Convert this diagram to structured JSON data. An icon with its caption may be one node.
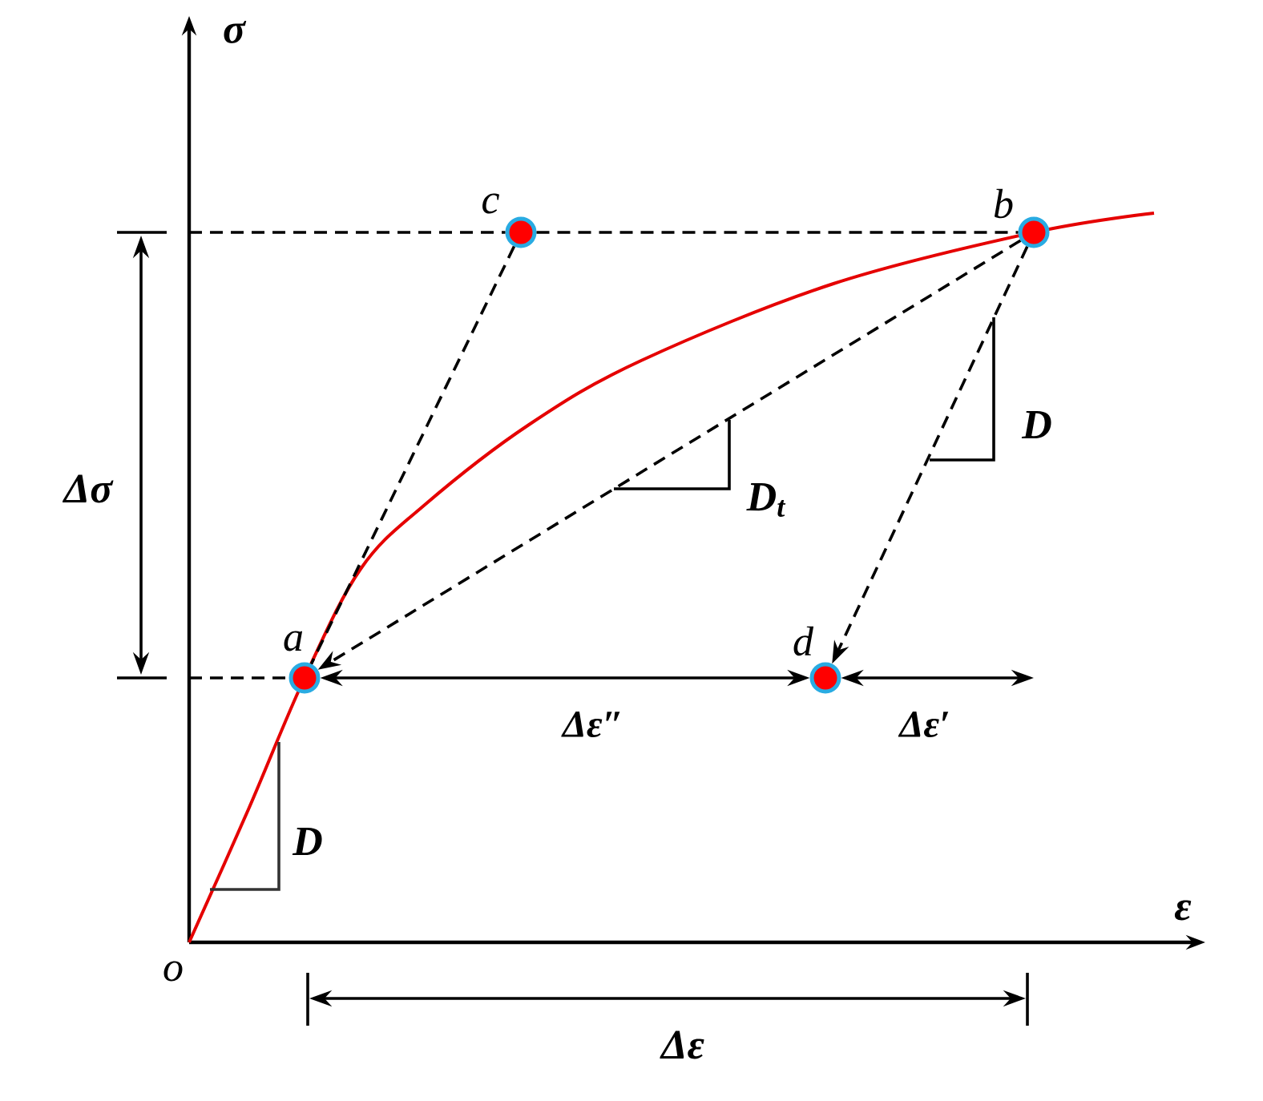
{
  "diagram": {
    "nodes": [
      {
        "text": [],
        "shape": "circle",
        "beside": [
          "a"
        ]
      },
      {
        "text": [],
        "shape": "circle",
        "beside": [
          "b"
        ]
      },
      {
        "text": [],
        "shape": "circle",
        "beside": [
          "c"
        ]
      },
      {
        "text": [],
        "shape": "circle",
        "beside": [
          "d"
        ]
      }
    ],
    "edges": [
      {
        "from": 2,
        "to": 0,
        "arrow": "none",
        "style": "dashed"
      },
      {
        "from": 1,
        "to": 0,
        "arrow": "to",
        "style": "dashed"
      },
      {
        "from": 1,
        "to": 3,
        "arrow": "to",
        "style": "dashed"
      },
      {
        "from": 0,
        "to": 3,
        "arrow": "both",
        "label": "Δε″"
      },
      {
        "from": 3,
        "to": null,
        "arrow": "both",
        "label": "Δε′"
      },
      {
        "from": null,
        "to": 2,
        "arrow": "none",
        "style": "dashed"
      },
      {
        "from": 2,
        "to": 1,
        "arrow": "none",
        "style": "dashed"
      },
      {
        "from": null,
        "to": 0,
        "arrow": "none",
        "style": "dashed"
      }
    ],
    "labels": [
      "σ",
      "Δσ",
      "D",
      "D$_{t}$",
      "D",
      "ε",
      "o",
      "Δε"
    ]
  }
}
